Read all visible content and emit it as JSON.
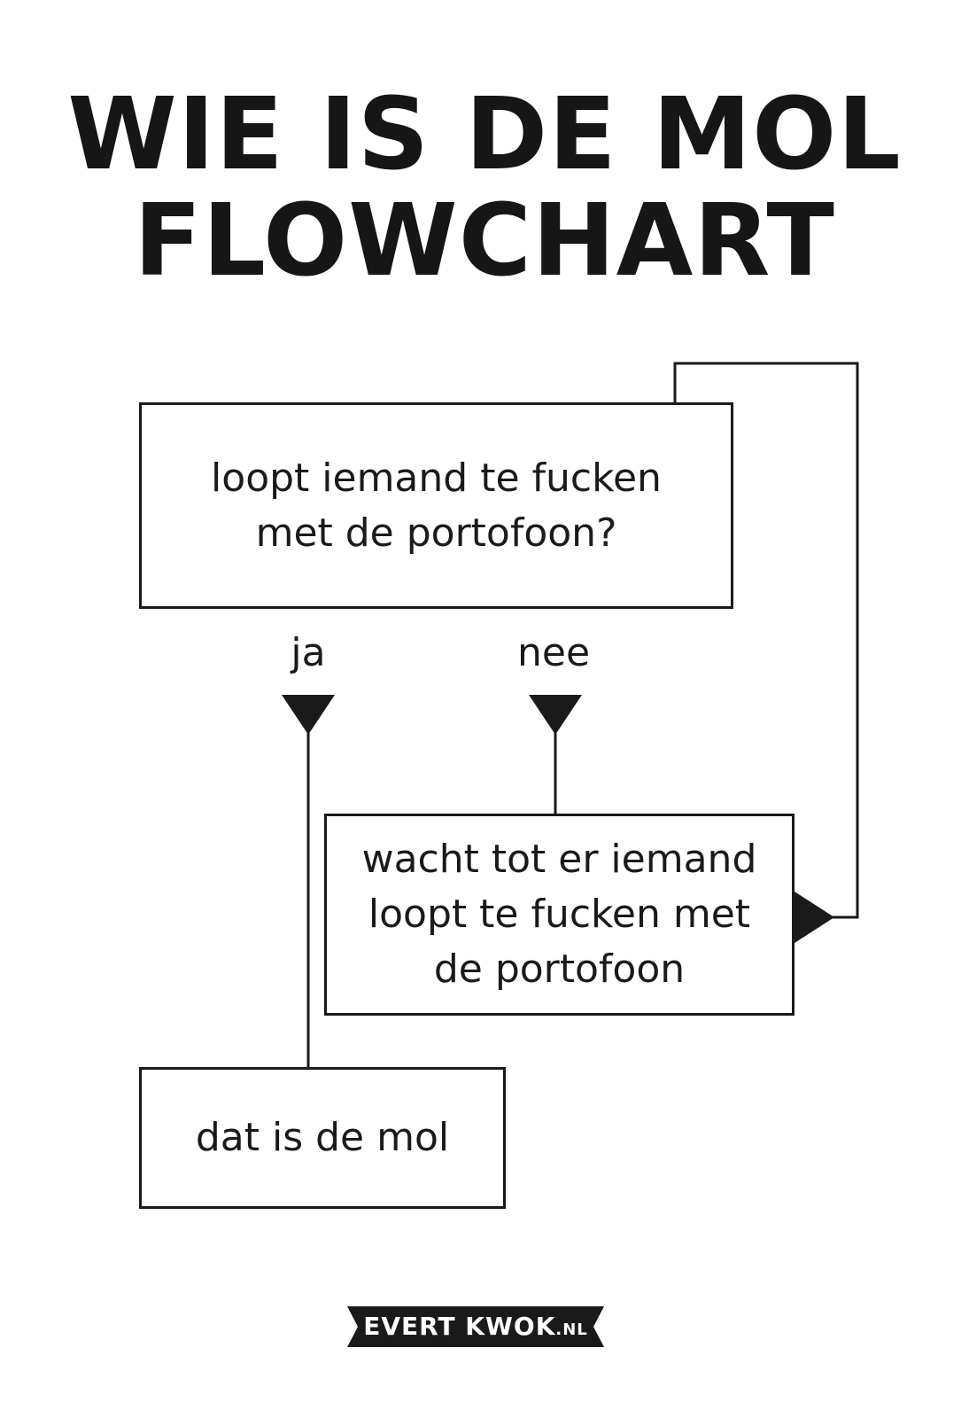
{
  "title": {
    "line1": "WIE IS DE MOL",
    "line2": "FLOWCHART"
  },
  "nodes": {
    "question": {
      "line1": "loopt iemand te fucken",
      "line2": "met de portofoon?"
    },
    "wait": {
      "line1": "wacht tot er iemand",
      "line2": "loopt te fucken met",
      "line3": "de portofoon"
    },
    "answer": {
      "line1": "dat is de mol"
    }
  },
  "edges": {
    "yes_label": "ja",
    "no_label": "nee"
  },
  "footer": {
    "logo_main": "EVERT KWOK",
    "logo_tld": ".NL"
  },
  "colors": {
    "ink": "#1a1a1a",
    "background": "#ffffff"
  }
}
